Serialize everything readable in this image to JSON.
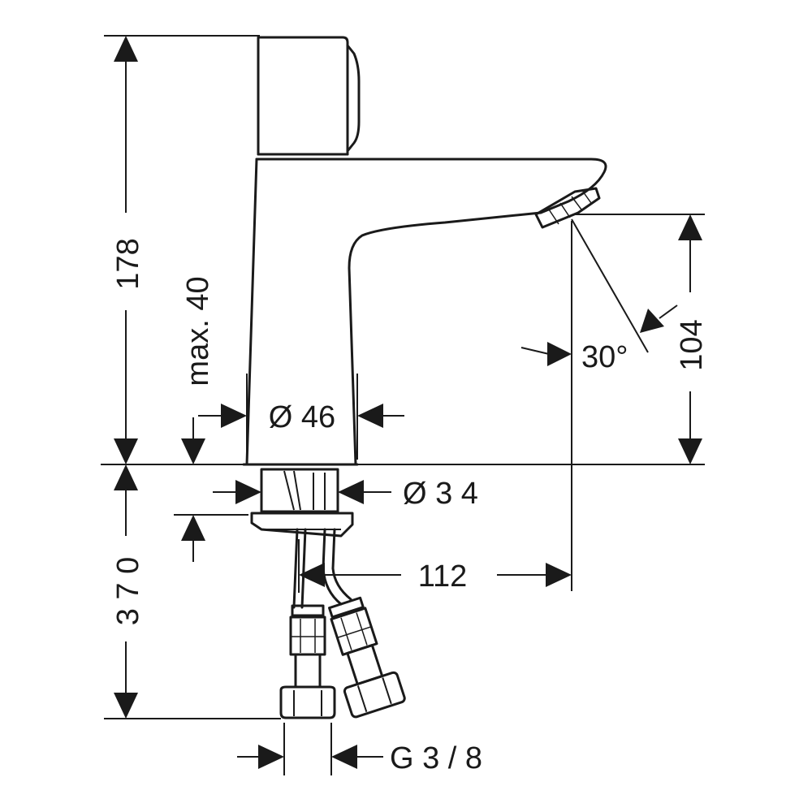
{
  "dimensions": {
    "total_height": "178",
    "spout_height": "max. 40",
    "body_diameter": "Ø 46",
    "shank_diameter": "Ø 3 4",
    "spout_reach": "112",
    "outlet_height": "104",
    "outlet_angle": "30°",
    "hose_length": "3 7 0",
    "thread": "G 3 / 8"
  }
}
